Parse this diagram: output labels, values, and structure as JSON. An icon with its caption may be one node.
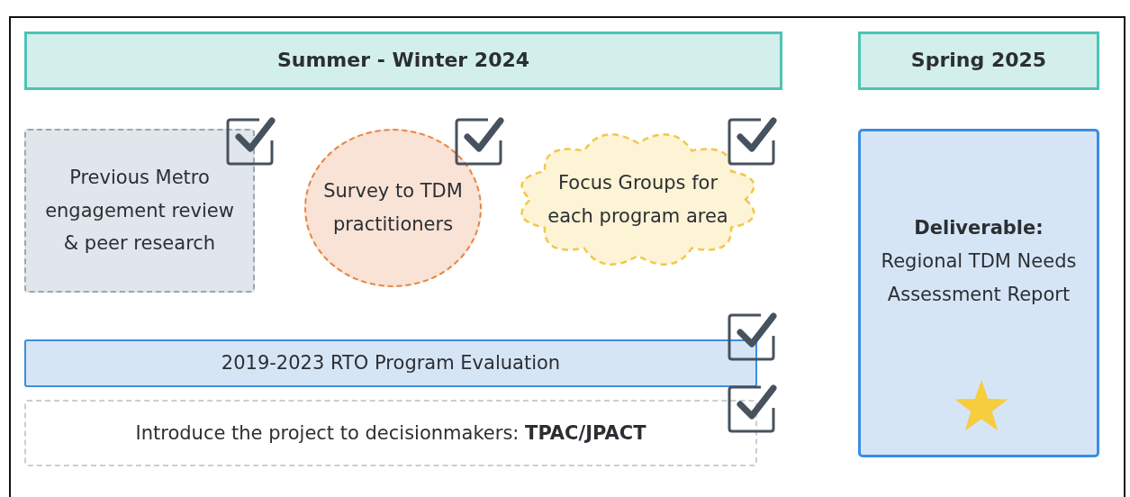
{
  "diagram": {
    "nodes": [
      {
        "text": [
          "Summer - Winter 2024"
        ]
      },
      {
        "text": [
          "Spring 2025"
        ]
      },
      {
        "text": [
          "Previous Metro engagement review & peer research"
        ]
      },
      {
        "text": [
          "Survey to TDM practitioners"
        ]
      },
      {
        "text": [
          "Focus Groups for each program area"
        ]
      },
      {
        "text": [
          "2019-2023 RTO Program Evaluation"
        ]
      },
      {
        "text": [
          "Introduce the project to decisionmakers: **TPAC/JPACT**"
        ]
      },
      {
        "text": [
          "Deliverable:",
          "Regional TDM Needs Assessment Report"
        ]
      }
    ]
  }
}
